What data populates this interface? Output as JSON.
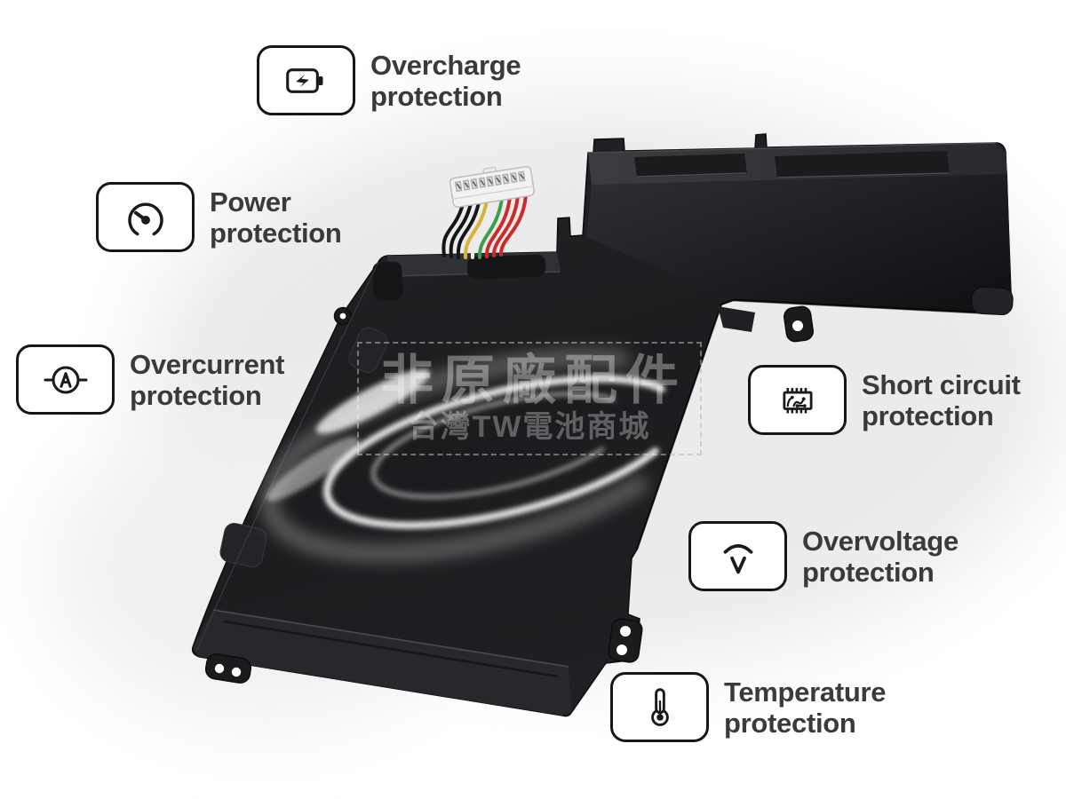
{
  "image_type": "battery product feature diagram",
  "colors": {
    "background": "#ffffff",
    "label_text": "#3a3a3a",
    "icon_stroke": "#1a1a1a",
    "icon_box_border": "#161616",
    "battery_body": "#1c1c1f",
    "battery_highlight": "#35363a",
    "watermark_text": "rgba(255,255,255,0.34)",
    "swirl_light": "#ffffff"
  },
  "callouts": [
    {
      "id": "overcharge",
      "icon": "battery-charging-icon",
      "line1": "Overcharge",
      "line2": "protection"
    },
    {
      "id": "power",
      "icon": "gauge-icon",
      "line1": "Power",
      "line2": "protection"
    },
    {
      "id": "overcurrent",
      "icon": "ammeter-icon",
      "line1": "Overcurrent",
      "line2": "protection"
    },
    {
      "id": "short-circuit",
      "icon": "circuit-chip-icon",
      "line1": "Short circuit",
      "line2": "protection"
    },
    {
      "id": "overvoltage",
      "icon": "voltage-arc-icon",
      "line1": "Overvoltage",
      "line2": "protection"
    },
    {
      "id": "temperature",
      "icon": "thermometer-icon",
      "line1": "Temperature",
      "line2": "protection"
    }
  ],
  "watermark": {
    "title": "非原廠配件",
    "subtitle": "台灣TW電池商城"
  },
  "battery": {
    "connector_color": "#f2f2f2",
    "wire_colors": [
      "#151515",
      "#151515",
      "#151515",
      "#d8b23a",
      "#ececec",
      "#3d9e4c",
      "#cd2a2a",
      "#cd2a2a",
      "#cd2a2a"
    ]
  }
}
